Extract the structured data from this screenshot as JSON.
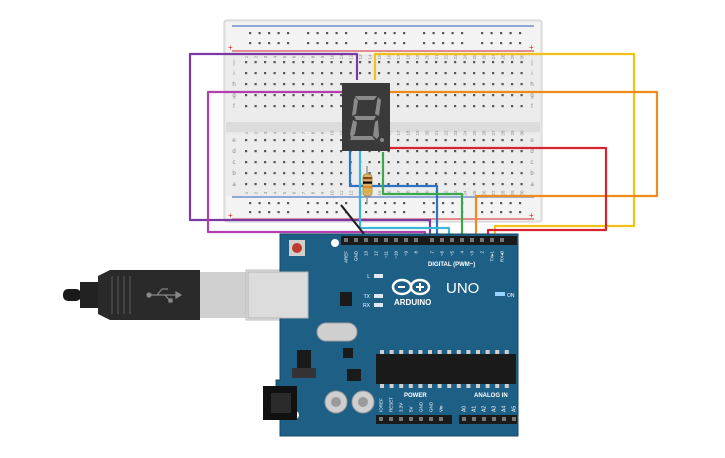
{
  "breadboard": {
    "top_row_labels": [
      "j",
      "i",
      "h",
      "g",
      "f"
    ],
    "bottom_row_labels": [
      "e",
      "d",
      "c",
      "b",
      "a"
    ],
    "column_numbers": [
      "1",
      "2",
      "3",
      "4",
      "5",
      "6",
      "7",
      "8",
      "9",
      "10",
      "11",
      "12",
      "13",
      "14",
      "15",
      "16",
      "17",
      "18",
      "19",
      "20",
      "21",
      "22",
      "23",
      "24",
      "25",
      "26",
      "27",
      "28",
      "29",
      "30"
    ],
    "rail_plus": "+",
    "rail_minus": "-"
  },
  "display": {
    "digit": "8",
    "segment_color": "#8a8a8a",
    "body_color": "#3a3a3a"
  },
  "arduino": {
    "brand": "ARDUINO",
    "model": "UNO",
    "on_label": "ON",
    "led_labels": [
      "L",
      "TX",
      "RX"
    ],
    "digital_title": "DIGITAL (PWM~)",
    "digital_pins": [
      "AREF",
      "GND",
      "13",
      "12",
      "~11",
      "~10",
      "~9",
      "8",
      "7",
      "~6",
      "~5",
      "4",
      "~3",
      "2",
      "TX▸1",
      "RX◂0"
    ],
    "power_title": "POWER",
    "power_pins": [
      "IOREF",
      "RESET",
      "3.3V",
      "5V",
      "GND",
      "GND",
      "Vin"
    ],
    "analog_title": "ANALOG IN",
    "analog_pins": [
      "A0",
      "A1",
      "A2",
      "A3",
      "A4",
      "A5"
    ],
    "board_color": "#1e5f86"
  },
  "wires": {
    "colors": {
      "purple": "#7b3aa3",
      "magenta": "#b13fae",
      "yellow": "#f2c21b",
      "orange": "#ef8a1b",
      "red": "#d7242f",
      "blue": "#2f73c5",
      "green": "#3aa84a",
      "cyan": "#3ab7d8",
      "black": "#222222"
    }
  },
  "resistor": {
    "bands": [
      "#8b4513",
      "#000000",
      "#e08a1e",
      "#d4af37"
    ]
  }
}
